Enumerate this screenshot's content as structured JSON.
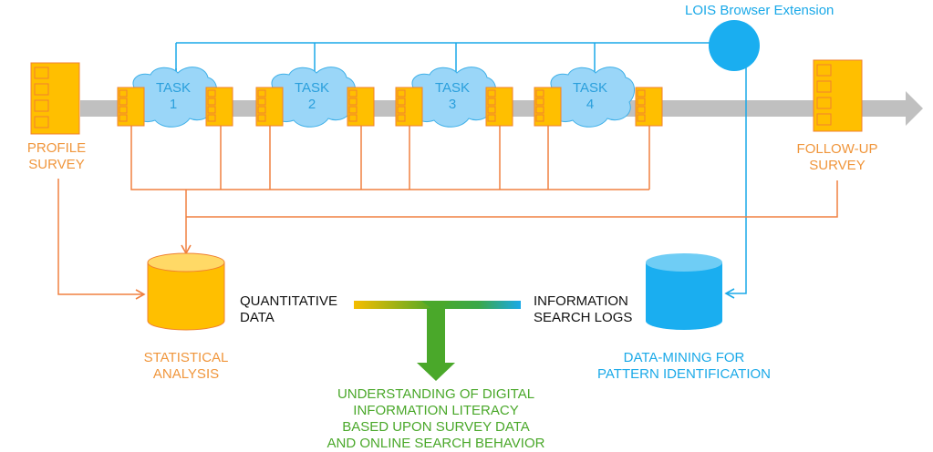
{
  "title": "Study workflow diagram",
  "colors": {
    "survey": "#ffbf00",
    "survey_border": "#f08030",
    "connector_orange": "#f08040",
    "connector_blue": "#1aa9e8",
    "cloud": "#9ad6f8",
    "timeline": "#c0c0c0",
    "result_green": "#4aa82a"
  },
  "extension": {
    "label": "LOIS Browser Extension"
  },
  "surveys": {
    "profile": {
      "line1": "PROFILE",
      "line2": "SURVEY"
    },
    "followup": {
      "line1": "FOLLOW-UP",
      "line2": "SURVEY"
    }
  },
  "tasks": [
    {
      "word": "TASK",
      "number": "1"
    },
    {
      "word": "TASK",
      "number": "2"
    },
    {
      "word": "TASK",
      "number": "3"
    },
    {
      "word": "TASK",
      "number": "4"
    }
  ],
  "databases": {
    "statistical": {
      "line1": "STATISTICAL",
      "line2": "ANALYSIS"
    },
    "datamining": {
      "line1": "DATA-MINING FOR",
      "line2": "PATTERN IDENTIFICATION"
    }
  },
  "inputs": {
    "quantitative": {
      "line1": "QUANTITATIVE",
      "line2": "DATA"
    },
    "logs": {
      "line1": "INFORMATION",
      "line2": "SEARCH LOGS"
    }
  },
  "result": {
    "lines": [
      "UNDERSTANDING OF DIGITAL",
      "INFORMATION LITERACY",
      "BASED UPON SURVEY DATA",
      "AND ONLINE SEARCH BEHAVIOR"
    ]
  }
}
